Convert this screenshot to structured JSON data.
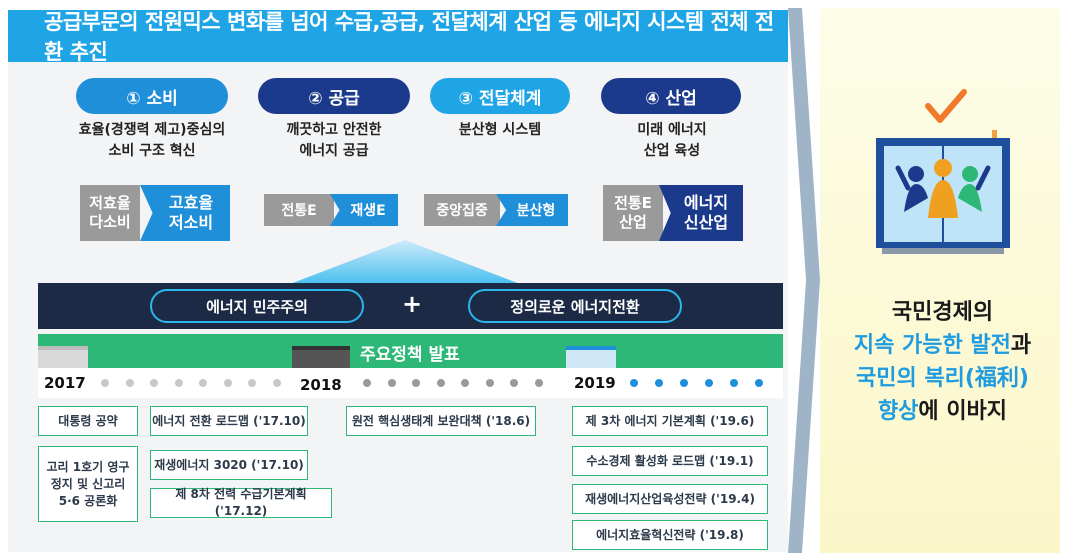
{
  "banner": "공급부문의 전원믹스 변화를 넘어 수급,공급, 전달체계 산업 등 에너지 시스템 전체 전환 추진",
  "pillars": [
    {
      "label": "① 소비",
      "caption1": "효율(경쟁력 제고)중심의",
      "caption2": "소비 구조 혁신",
      "from": [
        "저효율",
        "다소비"
      ],
      "to": [
        "고효율",
        "저소비"
      ],
      "color": "#1f8fd9"
    },
    {
      "label": "② 공급",
      "caption1": "깨끗하고 안전한",
      "caption2": "에너지 공급",
      "from": [
        "전통E"
      ],
      "to": [
        "재생E"
      ],
      "color": "#1c3a8c"
    },
    {
      "label": "③ 전달체계",
      "caption1": "분산형 시스템",
      "caption2": "",
      "from": [
        "중앙집중"
      ],
      "to": [
        "분산형"
      ],
      "color": "#1fa4e6"
    },
    {
      "label": "④ 산업",
      "caption1": "미래 에너지",
      "caption2": "산업 육성",
      "from": [
        "전통E",
        "산업"
      ],
      "to": [
        "에너지",
        "신산업"
      ],
      "color": "#1c3a8c"
    }
  ],
  "principles": {
    "left": "에너지 민주주의",
    "plus": "+",
    "right": "정의로운 에너지전환"
  },
  "policy_bar": "주요정책 발표",
  "years": [
    "2017",
    "2018",
    "2019"
  ],
  "policies_2017_a": [
    "대통령 공약",
    "고리 1호기 영구 정지 및 신고리 5·6 공론화"
  ],
  "policies_2017_b": [
    "에너지 전환 로드맵 ('17.10)",
    "재생에너지 3020 ('17.10)",
    "제 8차 전력 수급기본계획 ('17.12)"
  ],
  "policies_2018": [
    "원전 핵심생태계 보완대책 ('18.6)"
  ],
  "policies_2019": [
    "제 3차 에너지 기본계획 ('19.6)",
    "수소경제 활성화 로드맵 ('19.1)",
    "재생에너지산업육성전략 ('19.4)",
    "에너지효율혁신전략 ('19.8)"
  ],
  "goal": {
    "line1": "국민경제의",
    "line2": "지속 가능한 발전",
    "line2_suffix": "과",
    "line3": "국민의 복리(福利)",
    "line4": "향상",
    "line4_suffix": "에 이바지"
  },
  "colors": {
    "banner": "#1fa4e6",
    "navy": "#1c2a45",
    "green": "#2db878",
    "goal_blue": "#1f9be0"
  }
}
